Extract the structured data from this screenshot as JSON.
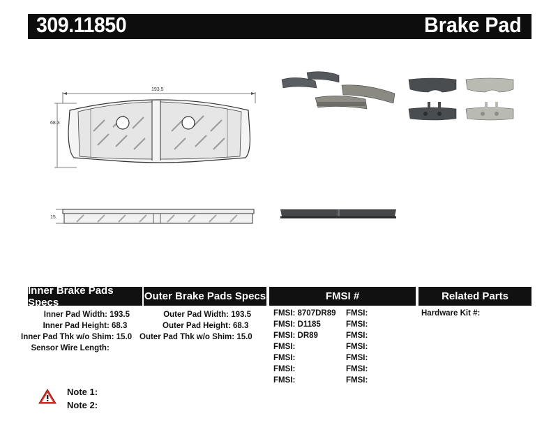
{
  "header": {
    "part_number": "309.11850",
    "doc_type": "Brake Pad"
  },
  "drawing": {
    "width_dim": "193.5",
    "height_dim": "68.3",
    "thickness_dim": "15."
  },
  "sections": {
    "inner_title": "Inner Brake Pads Specs",
    "outer_title": "Outer Brake Pads Specs",
    "fmsi_title": "FMSI #",
    "related_title": "Related Parts"
  },
  "inner_specs": [
    {
      "label": "Inner Pad Width:",
      "value": "193.5"
    },
    {
      "label": "Inner Pad Height:",
      "value": "68.3"
    },
    {
      "label": "Inner Pad Thk w/o Shim:",
      "value": "15.0"
    },
    {
      "label": "Sensor Wire Length:",
      "value": ""
    }
  ],
  "outer_specs": [
    {
      "label": "Outer Pad Width:",
      "value": "193.5"
    },
    {
      "label": "Outer Pad Height:",
      "value": "68.3"
    },
    {
      "label": "Outer Pad Thk w/o Shim:",
      "value": "15.0"
    }
  ],
  "fmsi_left": [
    {
      "label": "FMSI:",
      "value": "8707DR89"
    },
    {
      "label": "FMSI:",
      "value": "D1185"
    },
    {
      "label": "FMSI:",
      "value": "DR89"
    },
    {
      "label": "FMSI:",
      "value": ""
    },
    {
      "label": "FMSI:",
      "value": ""
    },
    {
      "label": "FMSI:",
      "value": ""
    },
    {
      "label": "FMSI:",
      "value": ""
    }
  ],
  "fmsi_right": [
    {
      "label": "FMSI:",
      "value": ""
    },
    {
      "label": "FMSI:",
      "value": ""
    },
    {
      "label": "FMSI:",
      "value": ""
    },
    {
      "label": "FMSI:",
      "value": ""
    },
    {
      "label": "FMSI:",
      "value": ""
    },
    {
      "label": "FMSI:",
      "value": ""
    },
    {
      "label": "FMSI:",
      "value": ""
    }
  ],
  "related": [
    {
      "label": "Hardware Kit #:",
      "value": ""
    }
  ],
  "notes": [
    {
      "label": "Note 1:"
    },
    {
      "label": "Note 2:"
    }
  ],
  "colors": {
    "bar": "#0d0d0d",
    "warning": "#d8342c",
    "pad_dark": "#4a4d50",
    "pad_light": "#b9bab2"
  }
}
